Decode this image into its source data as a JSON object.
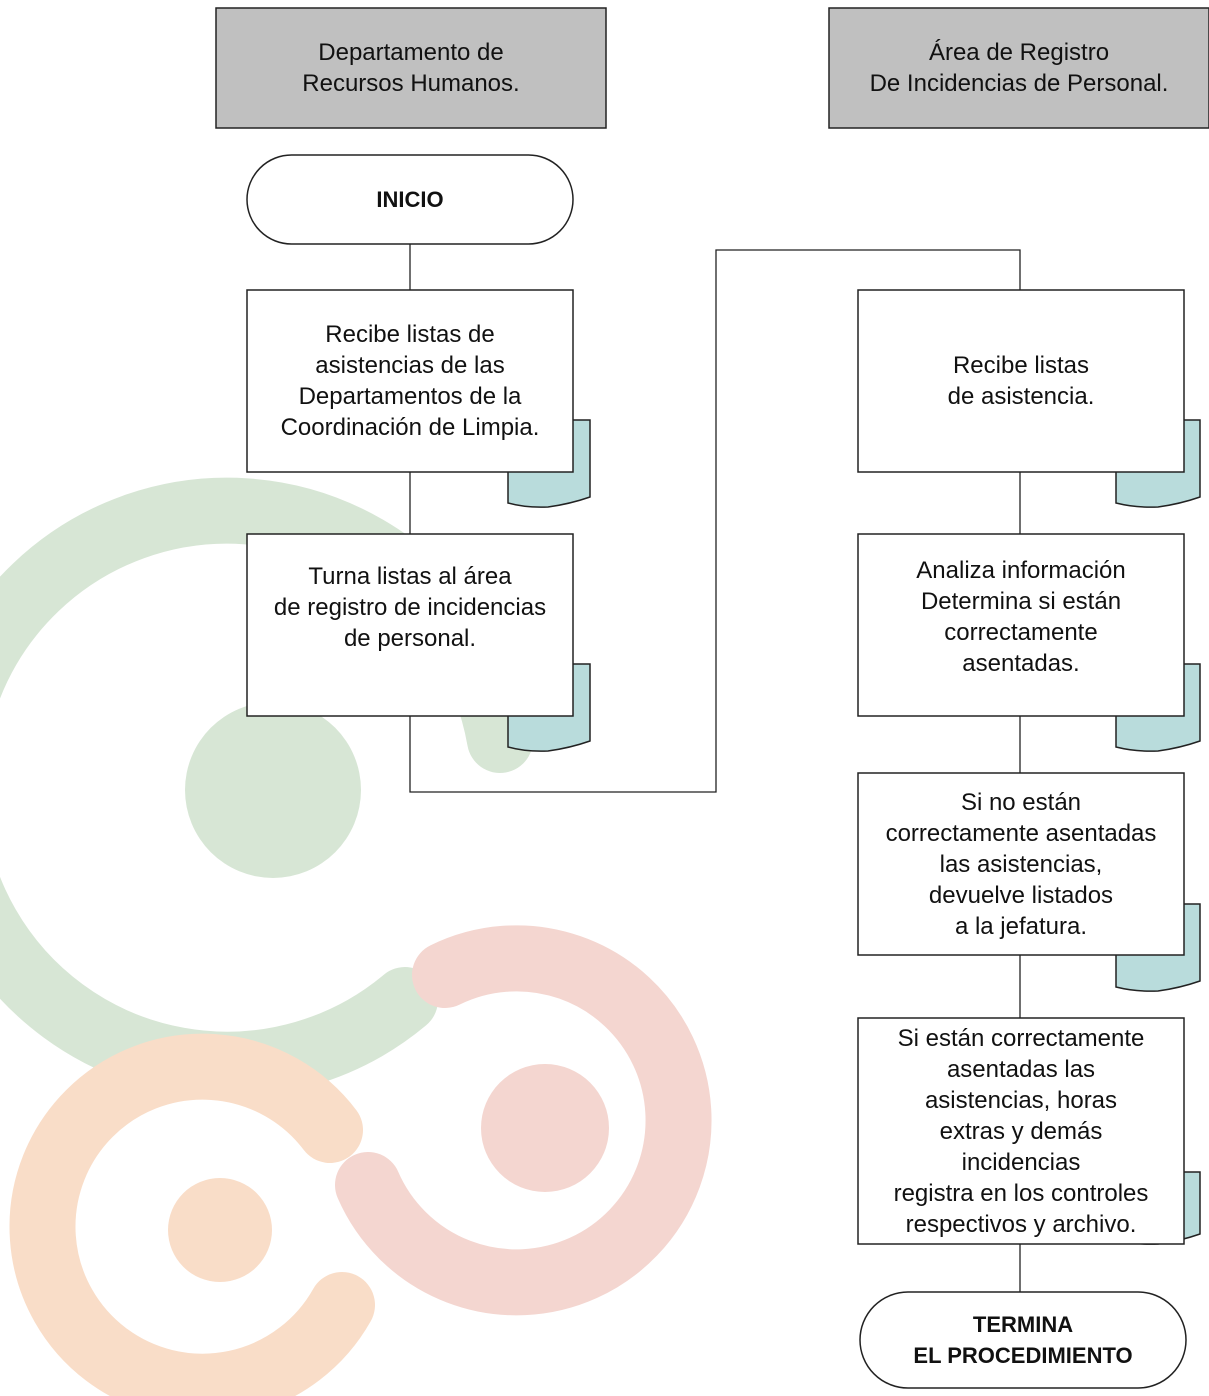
{
  "lanes": {
    "left": "Departamento de\nRecursos Humanos.",
    "right": "Área de Registro\nDe Incidencias de Personal."
  },
  "terminals": {
    "start": "INICIO",
    "end": "TERMINA\nEL PROCEDIMIENTO"
  },
  "steps": {
    "rh_1": "Recibe listas de\nasistencias de las\nDepartamentos de la\nCoordinación de Limpia.",
    "rh_2": "Turna listas al área\nde registro de incidencias\nde personal.",
    "ar_1": "Recibe listas\nde asistencia.",
    "ar_2": "Analiza información\nDetermina si están\ncorrectamente\nasentadas.",
    "ar_3": "Si no están\ncorrectamente asentadas\nlas asistencias,\ndevuelve listados\na la jefatura.",
    "ar_4": "Si están correctamente\nasentadas las\nasistencias, horas\nextras y demás\nincidencias\nregistra en los controles\nrespectivos y archivo."
  },
  "colors": {
    "lane_header": "#c0c0c0",
    "document_fill": "#b9dcdc",
    "watermark_green": "#d7e6d5",
    "watermark_pink": "#f4d6d0",
    "watermark_orange": "#f9ddc8"
  }
}
